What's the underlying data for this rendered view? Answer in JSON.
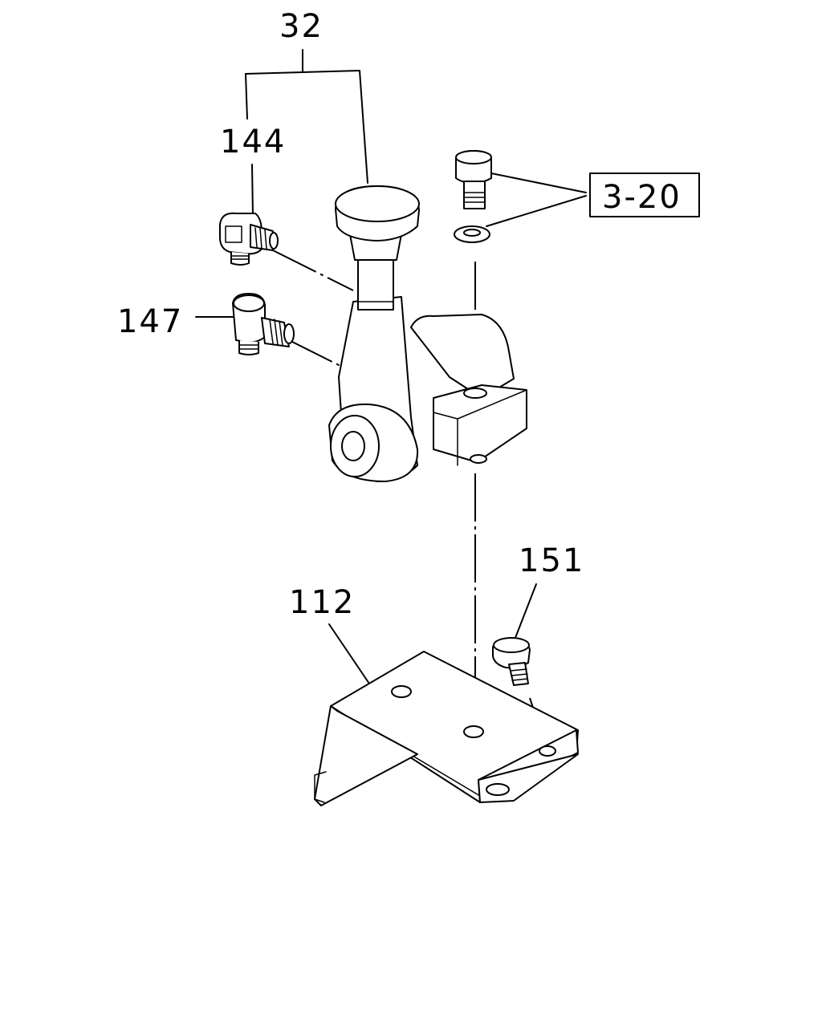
{
  "diagram": {
    "callouts": {
      "c32": "32",
      "c144": "144",
      "c147": "147",
      "c3_20": "3-20",
      "c151": "151",
      "c112": "112"
    }
  }
}
